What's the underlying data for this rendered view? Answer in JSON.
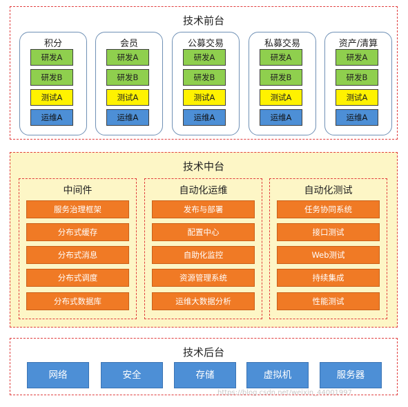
{
  "front": {
    "title": "技术前台",
    "cards": [
      {
        "title": "积分",
        "chips": [
          "研发A",
          "研发B",
          "测试A",
          "运维A"
        ]
      },
      {
        "title": "会员",
        "chips": [
          "研发A",
          "研发B",
          "测试A",
          "运维A"
        ]
      },
      {
        "title": "公募交易",
        "chips": [
          "研发A",
          "研发B",
          "测试A",
          "运维A"
        ]
      },
      {
        "title": "私募交易",
        "chips": [
          "研发A",
          "研发B",
          "测试A",
          "运维A"
        ]
      },
      {
        "title": "资产/清算",
        "chips": [
          "研发A",
          "研发B",
          "测试A",
          "运维A"
        ]
      }
    ]
  },
  "middle": {
    "title": "技术中台",
    "groups": [
      {
        "title": "中间件",
        "items": [
          "服务治理框架",
          "分布式缓存",
          "分布式消息",
          "分布式调度",
          "分布式数据库"
        ]
      },
      {
        "title": "自动化运维",
        "items": [
          "发布与部署",
          "配置中心",
          "自助化监控",
          "资源管理系统",
          "运维大数据分析"
        ]
      },
      {
        "title": "自动化测试",
        "items": [
          "任务协同系统",
          "接口测试",
          "Web测试",
          "持续集成",
          "性能测试"
        ]
      }
    ]
  },
  "back": {
    "title": "技术后台",
    "items": [
      "网络",
      "安全",
      "存储",
      "虚拟机",
      "服务器"
    ]
  },
  "colors": {
    "dashed_border": "#e03c3c",
    "dev_chip": "#8fcf4e",
    "test_chip": "#fff200",
    "ops_chip": "#4d8fd6",
    "middle_bg": "#fdf6c6",
    "middle_item": "#f07a25",
    "infra_box": "#4d8fd6"
  },
  "watermark": "https://blog.csdn.net/weixin_44001997"
}
